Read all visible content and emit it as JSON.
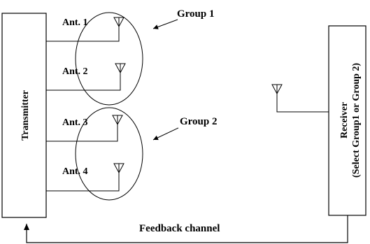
{
  "blocks": {
    "transmitter_label": "Transmitter",
    "receiver_label_line1": "Receiver",
    "receiver_label_line2": "(Select Group1 or Group 2)"
  },
  "antennas": [
    "Ant. 1",
    "Ant. 2",
    "Ant. 3",
    "Ant. 4"
  ],
  "groups": [
    "Group 1",
    "Group 2"
  ],
  "feedback_label": "Feedback channel"
}
